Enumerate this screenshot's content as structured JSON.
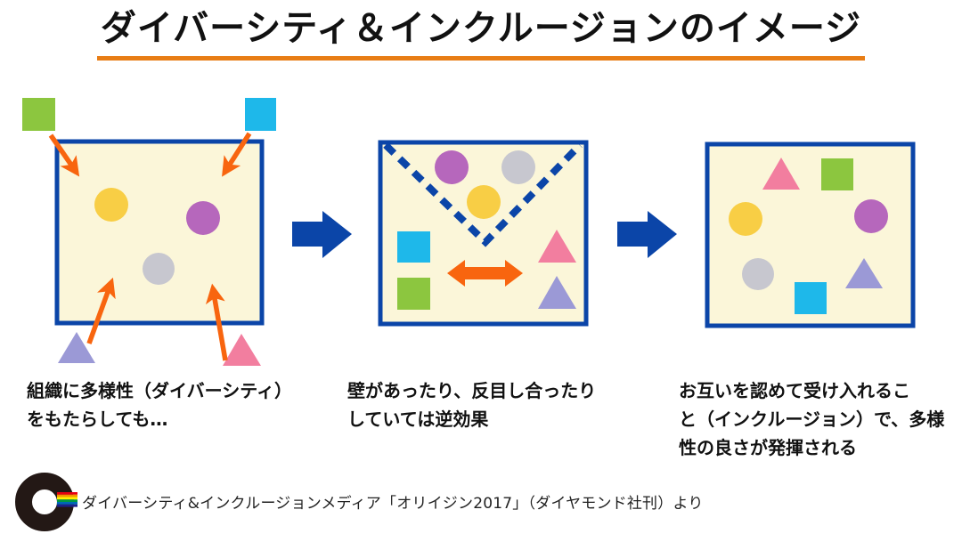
{
  "title": {
    "text": "ダイバーシティ＆インクルージョンのイメージ"
  },
  "panels": [
    {
      "caption": "組織に多様性（ダイバーシティ）\nをもたらしても…"
    },
    {
      "caption": "壁があったり、反目し合ったり\nしていては逆効果"
    },
    {
      "caption": "お互いを認めて受け入れるこ\nと（インクルージョン）で、多様\n性の良さが発揮される"
    }
  ],
  "footer": {
    "credit": "ダイバーシティ&インクルージョンメディア「オリイジン2017」（ダイヤモンド社刊）より"
  },
  "colors": {
    "blue": "#0B45A8",
    "box_fill": "#FBF6D9",
    "arrow_orange": "#F8650F",
    "underline_orange": "#E87D15",
    "yellow": "#F8CE45",
    "purple": "#B667BC",
    "gray": "#C7C7CF",
    "green": "#8CC63F",
    "cyan": "#1EB8EA",
    "lavender": "#9B99D6",
    "pink": "#F27E9F",
    "logo_black": "#231815",
    "rainbow": [
      "#E60012",
      "#F39800",
      "#FFF100",
      "#009944",
      "#0068B7",
      "#1D2088"
    ]
  }
}
